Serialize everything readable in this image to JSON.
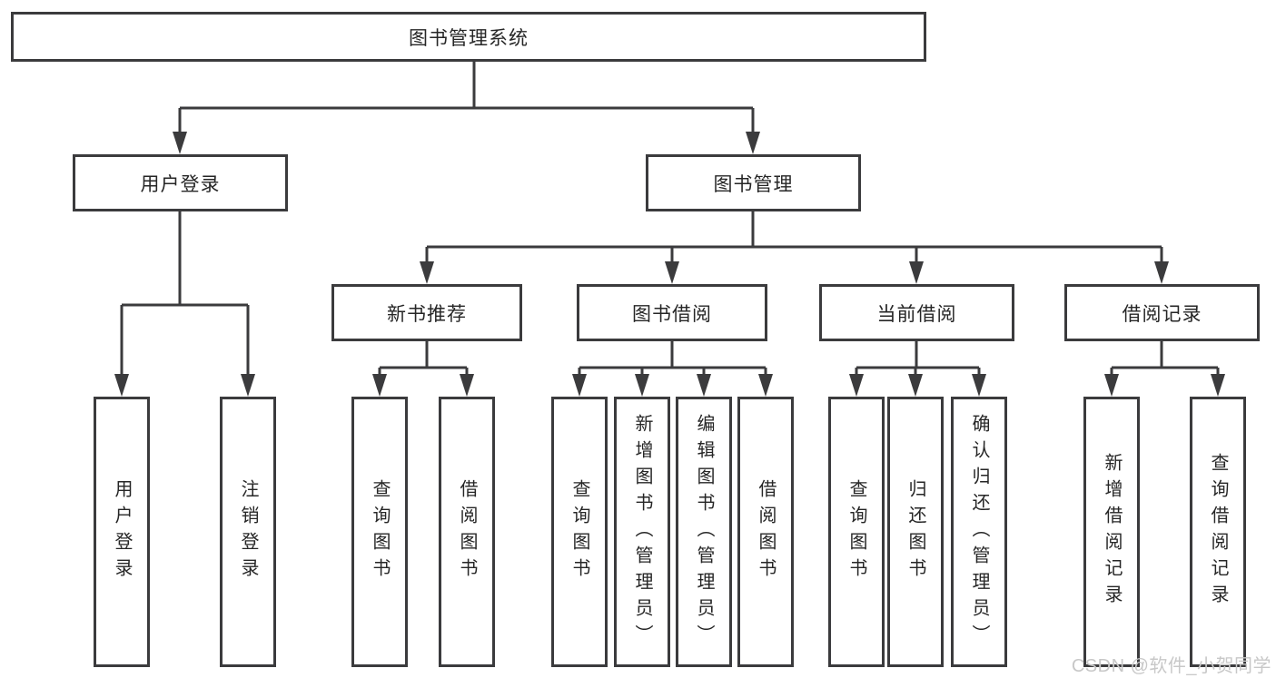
{
  "diagram": {
    "type": "hierarchy-tree",
    "root": {
      "label": "图书管理系统"
    },
    "level2": [
      {
        "label": "用户登录",
        "parent": "图书管理系统"
      },
      {
        "label": "图书管理",
        "parent": "图书管理系统"
      }
    ],
    "level3": [
      {
        "label": "新书推荐",
        "parent": "图书管理"
      },
      {
        "label": "图书借阅",
        "parent": "图书管理"
      },
      {
        "label": "当前借阅",
        "parent": "图书管理"
      },
      {
        "label": "借阅记录",
        "parent": "图书管理"
      }
    ],
    "leaves": [
      {
        "label": "用户登录",
        "parent": "用户登录"
      },
      {
        "label": "注销登录",
        "parent": "用户登录"
      },
      {
        "label": "查询图书",
        "parent": "新书推荐"
      },
      {
        "label": "借阅图书",
        "parent": "新书推荐"
      },
      {
        "label": "查询图书",
        "parent": "图书借阅"
      },
      {
        "label": "新增图书（管理员）",
        "parent": "图书借阅"
      },
      {
        "label": "编辑图书（管理员）",
        "parent": "图书借阅"
      },
      {
        "label": "借阅图书",
        "parent": "图书借阅"
      },
      {
        "label": "查询图书",
        "parent": "当前借阅"
      },
      {
        "label": "归还图书",
        "parent": "当前借阅"
      },
      {
        "label": "确认归还（管理员）",
        "parent": "当前借阅"
      },
      {
        "label": "新增借阅记录",
        "parent": "借阅记录"
      },
      {
        "label": "查询借阅记录",
        "parent": "借阅记录"
      }
    ],
    "watermark": {
      "text": "CSDN @软件_小贺同学"
    },
    "colors": {
      "line": "#3b3b3d",
      "border": "#3b3b3d",
      "text": "#262626",
      "watermark": "#c8c8c8",
      "background": "#ffffff"
    }
  }
}
